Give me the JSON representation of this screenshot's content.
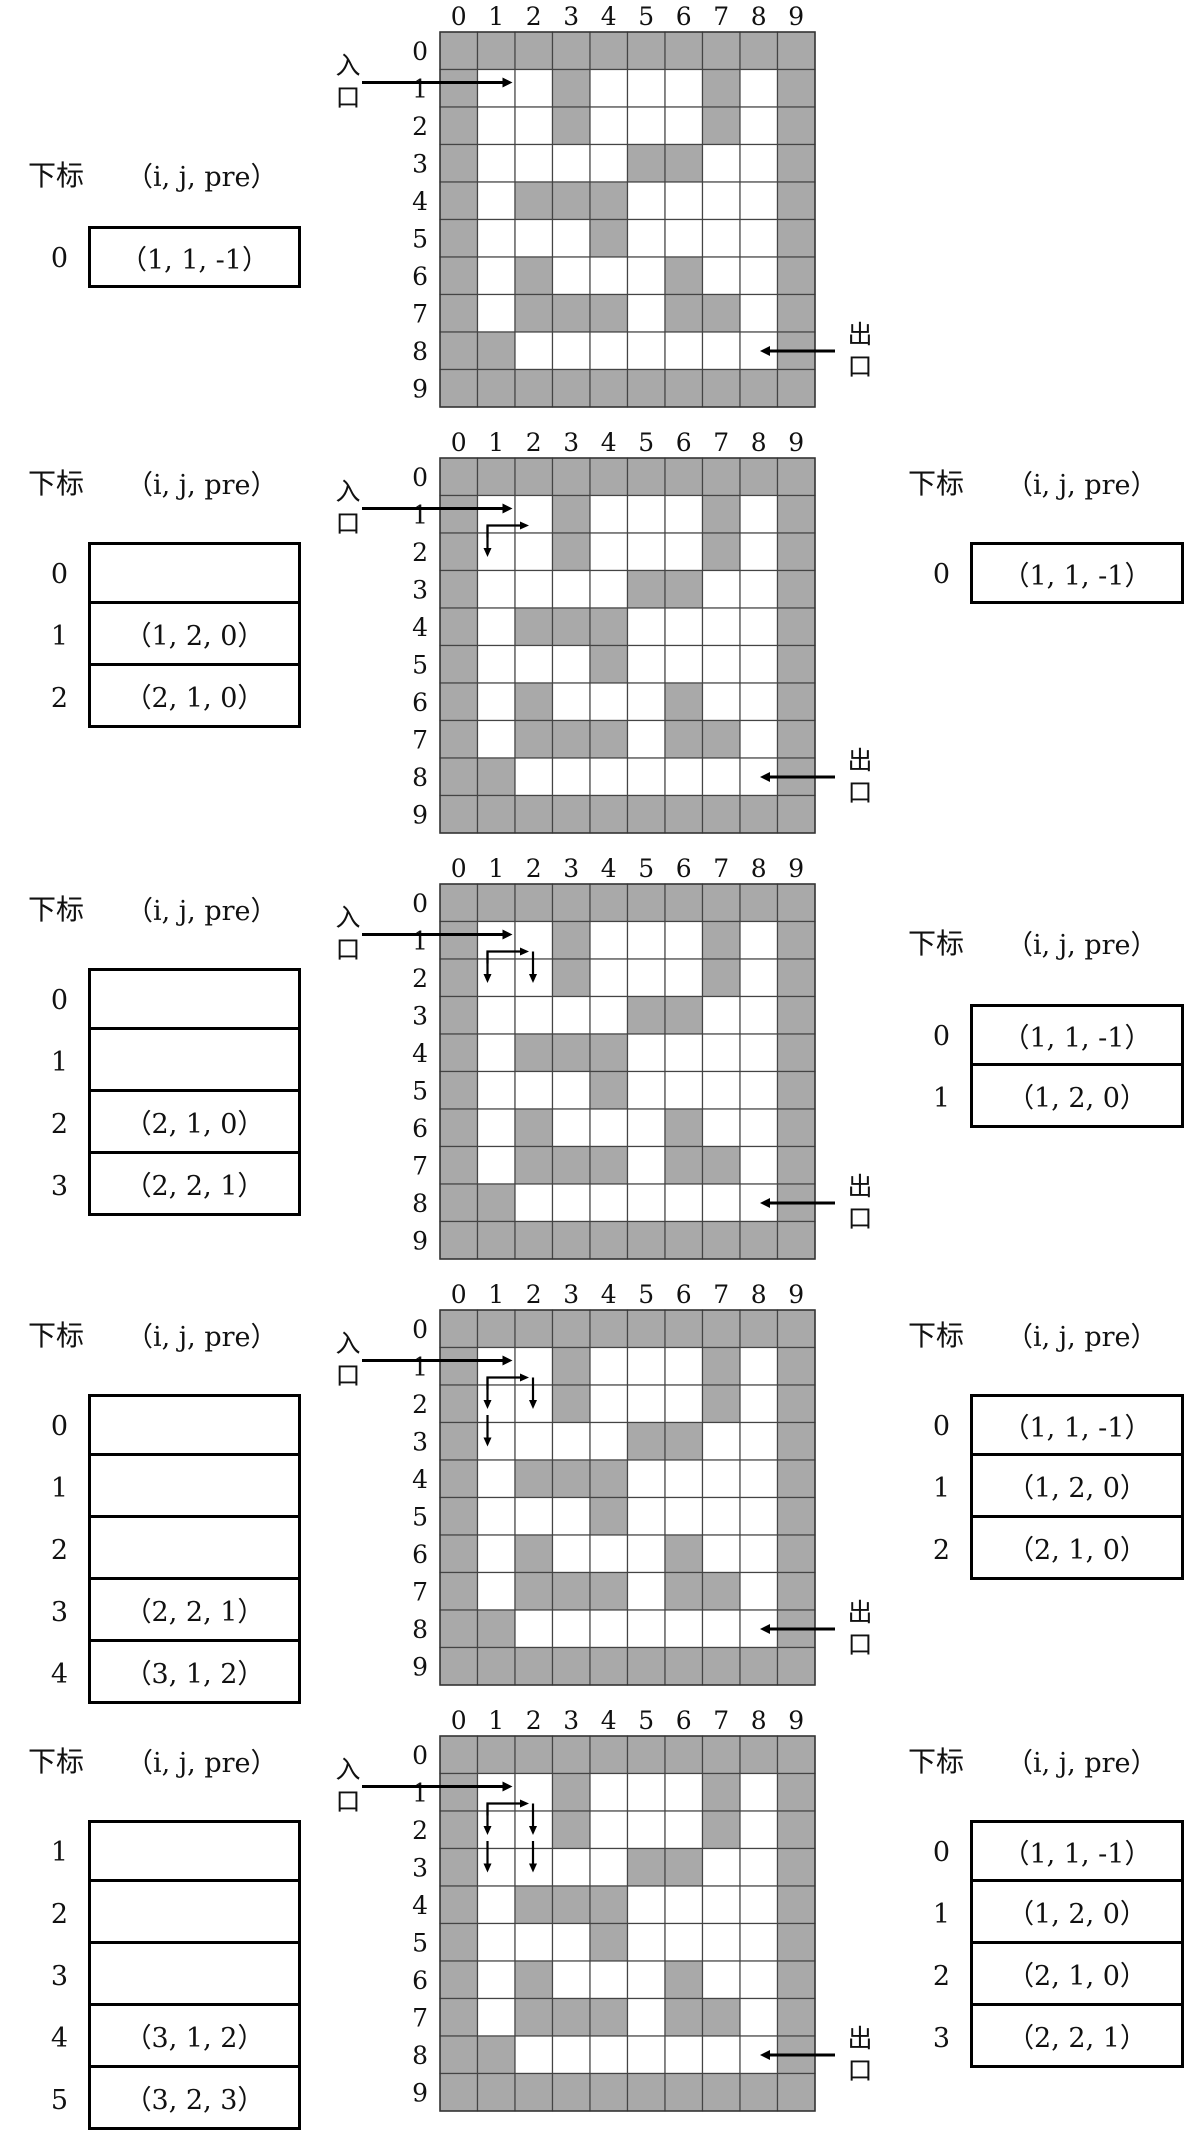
{
  "header_index": "下标",
  "header_tuple": "（i, j, pre）",
  "entrance_label_1": "入",
  "entrance_label_2": "口",
  "exit_label_1": "出",
  "exit_label_2": "口",
  "col_labels": [
    "0",
    "1",
    "2",
    "3",
    "4",
    "5",
    "6",
    "7",
    "8",
    "9"
  ],
  "row_labels": [
    "0",
    "1",
    "2",
    "3",
    "4",
    "5",
    "6",
    "7",
    "8",
    "9"
  ],
  "maze_walls": [
    [
      1,
      1,
      1,
      1,
      1,
      1,
      1,
      1,
      1,
      1
    ],
    [
      1,
      0,
      0,
      1,
      0,
      0,
      0,
      1,
      0,
      1
    ],
    [
      1,
      0,
      0,
      1,
      0,
      0,
      0,
      1,
      0,
      1
    ],
    [
      1,
      0,
      0,
      0,
      0,
      1,
      1,
      0,
      0,
      1
    ],
    [
      1,
      0,
      1,
      1,
      1,
      0,
      0,
      0,
      0,
      1
    ],
    [
      1,
      0,
      0,
      0,
      1,
      0,
      0,
      0,
      0,
      1
    ],
    [
      1,
      0,
      1,
      0,
      0,
      0,
      1,
      0,
      0,
      1
    ],
    [
      1,
      0,
      1,
      1,
      1,
      0,
      1,
      1,
      0,
      1
    ],
    [
      1,
      1,
      0,
      0,
      0,
      0,
      0,
      0,
      0,
      1
    ],
    [
      1,
      1,
      1,
      1,
      1,
      1,
      1,
      1,
      1,
      1
    ]
  ],
  "colors": {
    "wall": "#a9a9a9",
    "open": "#ffffff",
    "grid": "#444444"
  },
  "panels": [
    {
      "queue": [
        {
          "idx": "0",
          "val": "（1, 1, -1）"
        }
      ],
      "closed": [],
      "path_segments": []
    },
    {
      "queue": [
        {
          "idx": "0",
          "val": ""
        },
        {
          "idx": "1",
          "val": "（1, 2, 0）"
        },
        {
          "idx": "2",
          "val": "（2, 1, 0）"
        }
      ],
      "closed": [
        {
          "idx": "0",
          "val": "（1, 1, -1）"
        }
      ],
      "path_segments": [
        [
          [
            1,
            1
          ],
          [
            1,
            2
          ]
        ],
        [
          [
            1,
            1
          ],
          [
            2,
            1
          ]
        ]
      ]
    },
    {
      "queue": [
        {
          "idx": "0",
          "val": ""
        },
        {
          "idx": "1",
          "val": ""
        },
        {
          "idx": "2",
          "val": "（2, 1, 0）"
        },
        {
          "idx": "3",
          "val": "（2, 2, 1）"
        }
      ],
      "closed": [
        {
          "idx": "0",
          "val": "（1, 1, -1）"
        },
        {
          "idx": "1",
          "val": "（1, 2, 0）"
        }
      ],
      "path_segments": [
        [
          [
            1,
            1
          ],
          [
            1,
            2
          ]
        ],
        [
          [
            1,
            1
          ],
          [
            2,
            1
          ]
        ],
        [
          [
            1,
            2
          ],
          [
            2,
            2
          ]
        ]
      ]
    },
    {
      "queue": [
        {
          "idx": "0",
          "val": ""
        },
        {
          "idx": "1",
          "val": ""
        },
        {
          "idx": "2",
          "val": ""
        },
        {
          "idx": "3",
          "val": "（2, 2, 1）"
        },
        {
          "idx": "4",
          "val": "（3, 1, 2）"
        }
      ],
      "closed": [
        {
          "idx": "0",
          "val": "（1, 1, -1）"
        },
        {
          "idx": "1",
          "val": "（1, 2, 0）"
        },
        {
          "idx": "2",
          "val": "（2, 1, 0）"
        }
      ],
      "path_segments": [
        [
          [
            1,
            1
          ],
          [
            1,
            2
          ]
        ],
        [
          [
            1,
            1
          ],
          [
            2,
            1
          ]
        ],
        [
          [
            1,
            2
          ],
          [
            2,
            2
          ]
        ],
        [
          [
            2,
            1
          ],
          [
            3,
            1
          ]
        ]
      ]
    },
    {
      "queue": [
        {
          "idx": "1",
          "val": ""
        },
        {
          "idx": "2",
          "val": ""
        },
        {
          "idx": "3",
          "val": ""
        },
        {
          "idx": "4",
          "val": "（3, 1, 2）"
        },
        {
          "idx": "5",
          "val": "（3, 2, 3）"
        }
      ],
      "closed": [
        {
          "idx": "0",
          "val": "（1, 1, -1）"
        },
        {
          "idx": "1",
          "val": "（1, 2, 0）"
        },
        {
          "idx": "2",
          "val": "（2, 1, 0）"
        },
        {
          "idx": "3",
          "val": "（2, 2, 1）"
        }
      ],
      "path_segments": [
        [
          [
            1,
            1
          ],
          [
            1,
            2
          ]
        ],
        [
          [
            1,
            1
          ],
          [
            2,
            1
          ]
        ],
        [
          [
            1,
            2
          ],
          [
            2,
            2
          ]
        ],
        [
          [
            2,
            1
          ],
          [
            3,
            1
          ]
        ],
        [
          [
            2,
            2
          ],
          [
            3,
            2
          ]
        ]
      ]
    }
  ]
}
